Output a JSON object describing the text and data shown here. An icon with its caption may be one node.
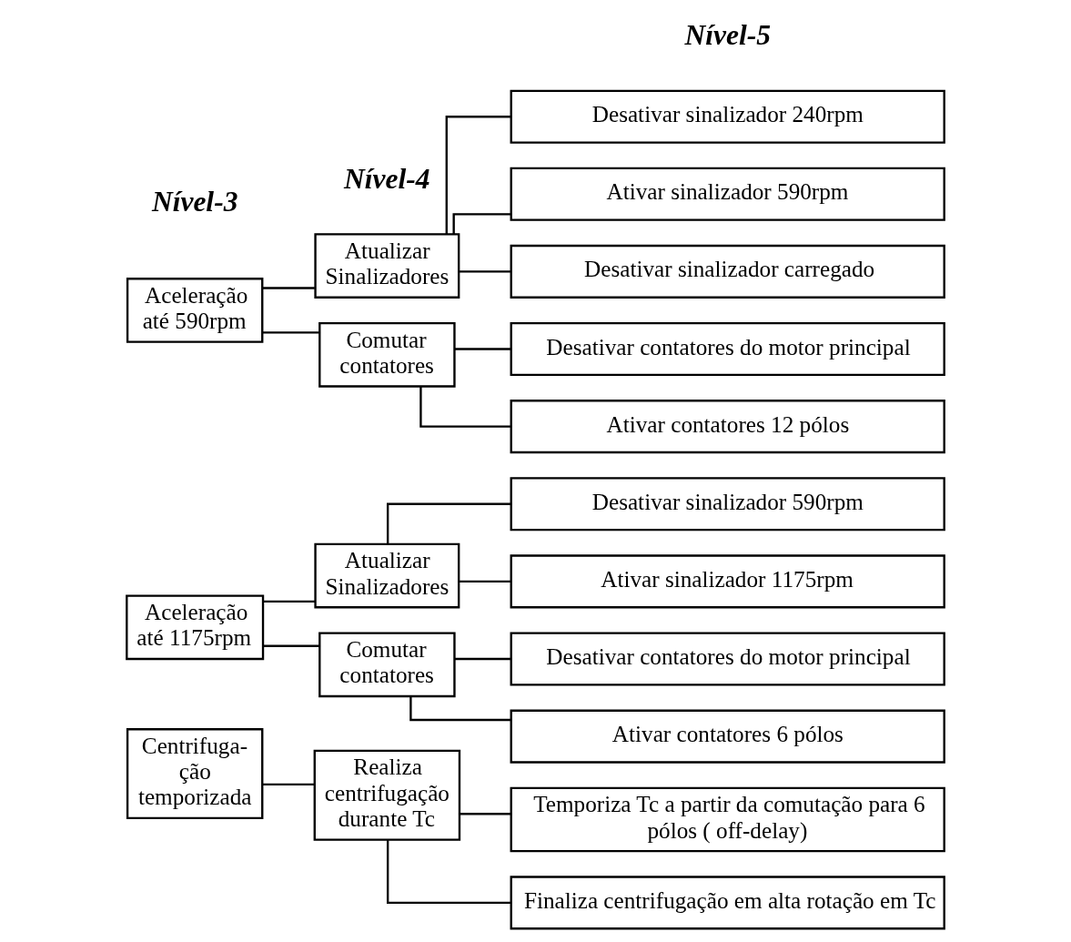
{
  "diagram": {
    "nodes": [
      {
        "text": [
          "Aceleração até 590rpm"
        ]
      },
      {
        "text": [
          "Atualizar Sinalizadores"
        ]
      },
      {
        "text": [
          "Desativar sinalizador 240rpm"
        ]
      },
      {
        "text": [
          "Ativar sinalizador 590rpm"
        ]
      },
      {
        "text": [
          "Desativar sinalizador carregado"
        ]
      },
      {
        "text": [
          "Comutar contatores"
        ]
      },
      {
        "text": [
          "Desativar contatores do motor principal"
        ]
      },
      {
        "text": [
          "Ativar contatores 12 pólos"
        ]
      },
      {
        "text": [
          "Aceleração até 1175rpm"
        ]
      },
      {
        "text": [
          "Atualizar Sinalizadores"
        ]
      },
      {
        "text": [
          "Desativar sinalizador 590rpm"
        ]
      },
      {
        "text": [
          "Ativar sinalizador 1175rpm"
        ]
      },
      {
        "text": [
          "Comutar contatores"
        ]
      },
      {
        "text": [
          "Desativar contatores do motor principal"
        ]
      },
      {
        "text": [
          "Ativar contatores 6 pólos"
        ]
      },
      {
        "text": [
          "Centrifuga- ção temporizada"
        ]
      },
      {
        "text": [
          "Realiza centrifugação durante Tc"
        ]
      },
      {
        "text": [
          "Temporiza Tc a partir da comutação para 6 pólos ( off-delay)"
        ]
      },
      {
        "text": [
          "Finaliza centrifugação em alta rotação em Tc"
        ]
      }
    ],
    "edges": [
      {
        "from": 0,
        "to": 1,
        "arrow": "none"
      },
      {
        "from": 1,
        "to": 2,
        "arrow": "none"
      },
      {
        "from": 1,
        "to": 3,
        "arrow": "none"
      },
      {
        "from": 1,
        "to": 4,
        "arrow": "none"
      },
      {
        "from": 0,
        "to": 5,
        "arrow": "none"
      },
      {
        "from": 5,
        "to": 6,
        "arrow": "none"
      },
      {
        "from": 5,
        "to": 7,
        "arrow": "none"
      },
      {
        "from": 8,
        "to": 9,
        "arrow": "none"
      },
      {
        "from": 9,
        "to": 10,
        "arrow": "none"
      },
      {
        "from": 9,
        "to": 11,
        "arrow": "none"
      },
      {
        "from": 8,
        "to": 12,
        "arrow": "none"
      },
      {
        "from": 12,
        "to": 13,
        "arrow": "none"
      },
      {
        "from": 12,
        "to": 14,
        "arrow": "none"
      },
      {
        "from": 15,
        "to": 16,
        "arrow": "none"
      },
      {
        "from": 16,
        "to": 17,
        "arrow": "none"
      },
      {
        "from": 16,
        "to": 18,
        "arrow": "none"
      }
    ],
    "labels": [
      "Nível-3",
      "Nível-4",
      "Nível-5"
    ]
  }
}
